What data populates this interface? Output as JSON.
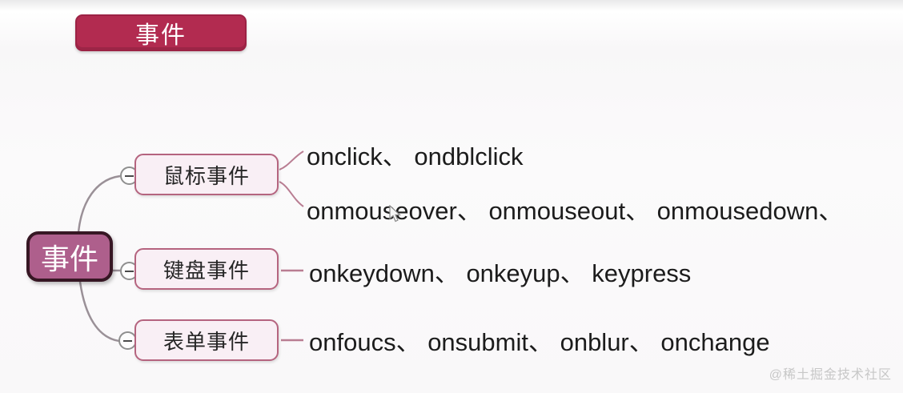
{
  "title_badge": {
    "label": "事件"
  },
  "mindmap": {
    "root": {
      "label": "事件"
    },
    "branches": [
      {
        "label": "鼠标事件",
        "items": [
          "onclick、 ondblclick",
          "onmouseover、 onmouseout、 onmousedown、"
        ]
      },
      {
        "label": "键盘事件",
        "items": [
          "onkeydown、 onkeyup、 keypress"
        ]
      },
      {
        "label": "表单事件",
        "items": [
          "onfoucs、 onsubmit、 onblur、 onchange"
        ]
      }
    ],
    "collapse_icon": "minus-circle"
  },
  "watermark": {
    "text": "@稀土掘金技术社区"
  },
  "colors": {
    "badge_fill": "#b22b50",
    "badge_border": "#9c2245",
    "root_fill": "#ae5f8c",
    "root_border": "#371724",
    "branch_fill": "#f9eff5",
    "branch_border": "#b5647f",
    "connector_gray": "#9a9097",
    "connector_pink": "#b97d92",
    "leaf_text": "#1c1c1c",
    "watermark_text": "#c7c7c7"
  }
}
